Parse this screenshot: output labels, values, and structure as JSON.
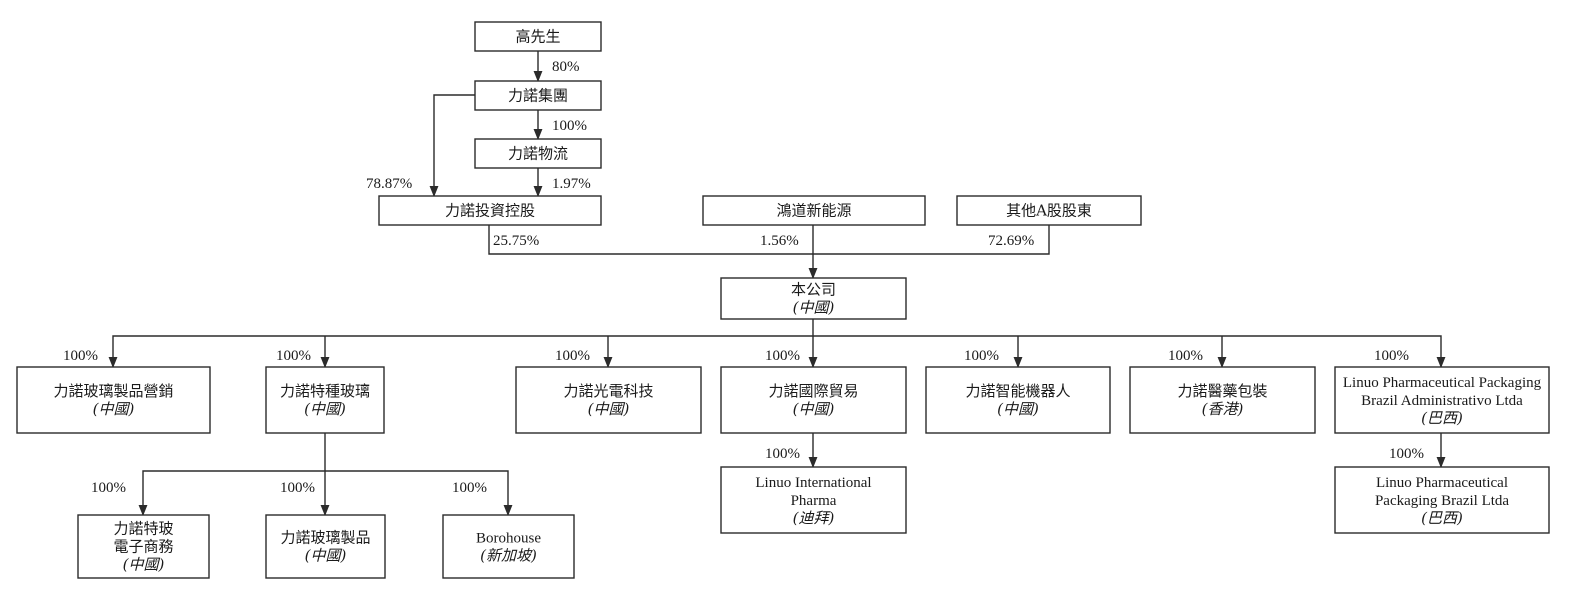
{
  "nodes": {
    "gao": {
      "lines": [
        "高先生"
      ]
    },
    "linuo_group": {
      "lines": [
        "力諾集團"
      ]
    },
    "linuo_logistics": {
      "lines": [
        "力諾物流"
      ]
    },
    "linuo_invest": {
      "lines": [
        "力諾投資控股"
      ]
    },
    "hongdao": {
      "lines": [
        "鴻道新能源"
      ]
    },
    "other_a": {
      "lines": [
        "其他A股股東"
      ]
    },
    "company": {
      "lines": [
        "本公司"
      ],
      "sub": "(中國)"
    },
    "glass_marketing": {
      "lines": [
        "力諾玻璃製品營銷"
      ],
      "sub": "(中國)"
    },
    "special_glass": {
      "lines": [
        "力諾特種玻璃"
      ],
      "sub": "(中國)"
    },
    "optoelectronic": {
      "lines": [
        "力諾光電科技"
      ],
      "sub": "(中國)"
    },
    "intl_trade": {
      "lines": [
        "力諾國際貿易"
      ],
      "sub": "(中國)"
    },
    "robot": {
      "lines": [
        "力諾智能機器人"
      ],
      "sub": "(中國)"
    },
    "pharma_pack_hk": {
      "lines": [
        "力諾醫藥包裝"
      ],
      "sub": "(香港)"
    },
    "brazil_admin": {
      "lines": [
        "Linuo Pharmaceutical Packaging",
        "Brazil Administrativo Ltda"
      ],
      "sub": "(巴西)"
    },
    "ecommerce": {
      "lines": [
        "力諾特玻",
        "電子商務"
      ],
      "sub": "(中國)"
    },
    "glass_products": {
      "lines": [
        "力諾玻璃製品"
      ],
      "sub": "(中國)"
    },
    "borohouse": {
      "lines": [
        "Borohouse"
      ],
      "sub": "(新加坡)"
    },
    "intl_pharma": {
      "lines": [
        "Linuo International",
        "Pharma"
      ],
      "sub": "(迪拜)"
    },
    "brazil_ltda": {
      "lines": [
        "Linuo Pharmaceutical",
        "Packaging Brazil Ltda"
      ],
      "sub": "(巴西)"
    }
  },
  "edges": [
    {
      "from": "gao",
      "to": "linuo_group",
      "pct": "80%"
    },
    {
      "from": "linuo_group",
      "to": "linuo_logistics",
      "pct": "100%"
    },
    {
      "from": "linuo_logistics",
      "to": "linuo_invest",
      "pct": "1.97%"
    },
    {
      "from": "linuo_group",
      "to": "linuo_invest",
      "pct": "78.87%"
    },
    {
      "from": "linuo_invest",
      "to": "company",
      "pct": "25.75%"
    },
    {
      "from": "hongdao",
      "to": "company",
      "pct": "1.56%"
    },
    {
      "from": "other_a",
      "to": "company",
      "pct": "72.69%"
    },
    {
      "from": "company",
      "to": "glass_marketing",
      "pct": "100%"
    },
    {
      "from": "company",
      "to": "special_glass",
      "pct": "100%"
    },
    {
      "from": "company",
      "to": "optoelectronic",
      "pct": "100%"
    },
    {
      "from": "company",
      "to": "intl_trade",
      "pct": "100%"
    },
    {
      "from": "company",
      "to": "robot",
      "pct": "100%"
    },
    {
      "from": "company",
      "to": "pharma_pack_hk",
      "pct": "100%"
    },
    {
      "from": "company",
      "to": "brazil_admin",
      "pct": "100%"
    },
    {
      "from": "special_glass",
      "to": "ecommerce",
      "pct": "100%"
    },
    {
      "from": "special_glass",
      "to": "glass_products",
      "pct": "100%"
    },
    {
      "from": "special_glass",
      "to": "borohouse",
      "pct": "100%"
    },
    {
      "from": "intl_trade",
      "to": "intl_pharma",
      "pct": "100%"
    },
    {
      "from": "brazil_admin",
      "to": "brazil_ltda",
      "pct": "100%"
    }
  ]
}
